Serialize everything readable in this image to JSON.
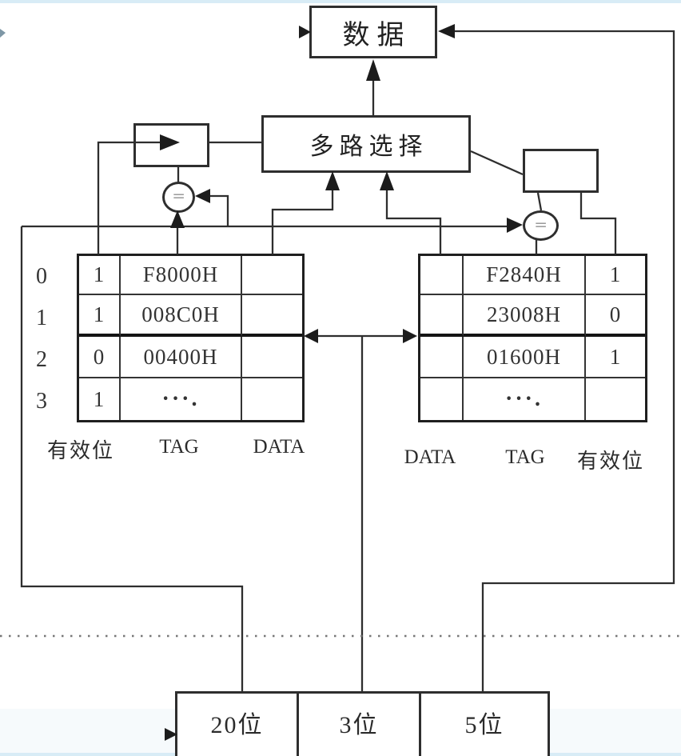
{
  "nodes": {
    "data_box": {
      "label": "数据"
    },
    "mux_box": {
      "label": "多路选择"
    },
    "left_comparator": {
      "symbol": "="
    },
    "right_comparator": {
      "symbol": "="
    }
  },
  "left_table": {
    "row_labels": [
      "0",
      "1",
      "2",
      "3"
    ],
    "columns": [
      "有效位",
      "TAG",
      "DATA"
    ],
    "rows": [
      {
        "valid": "1",
        "tag": "F8000H",
        "data": ""
      },
      {
        "valid": "1",
        "tag": "008C0H",
        "data": ""
      },
      {
        "valid": "0",
        "tag": "00400H",
        "data": ""
      },
      {
        "valid": "1",
        "tag": "···.",
        "data": ""
      }
    ]
  },
  "right_table": {
    "columns": [
      "DATA",
      "TAG",
      "有效位"
    ],
    "rows": [
      {
        "data": "",
        "tag": "F2840H",
        "valid": "1"
      },
      {
        "data": "",
        "tag": "23008H",
        "valid": "0"
      },
      {
        "data": "",
        "tag": "01600H",
        "valid": "1"
      },
      {
        "data": "",
        "tag": "···.",
        "valid": ""
      }
    ]
  },
  "address_fields": {
    "tag": "20位",
    "index": "3位",
    "offset": "5位"
  },
  "colors": {
    "line": "#2e2e2e",
    "arrow_fill": "#1c1c1c",
    "accent_strip": "#d8ecf6",
    "text": "#2b2b2b"
  }
}
